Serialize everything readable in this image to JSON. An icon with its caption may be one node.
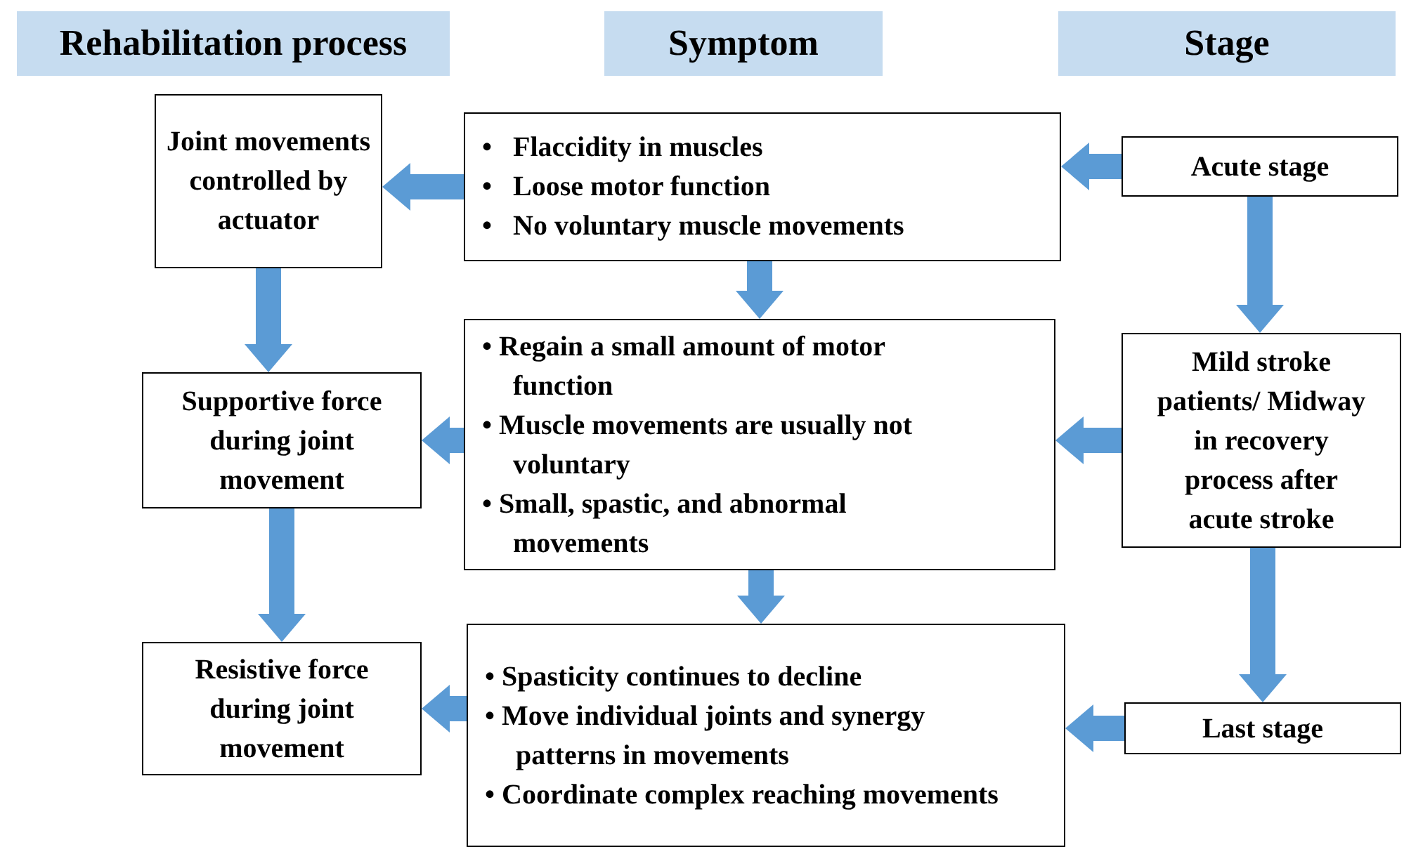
{
  "diagram": {
    "nodes": [
      {
        "text": [
          "Rehabilitation process"
        ]
      },
      {
        "text": [
          "Symptom"
        ]
      },
      {
        "text": [
          "Stage"
        ]
      },
      {
        "text": [
          "Joint movements controlled by actuator"
        ]
      },
      {
        "text": [
          "•\tFlaccidity in muscles",
          "•\tLoose motor function",
          "•\tNo voluntary muscle movements"
        ]
      },
      {
        "text": [
          "Acute stage"
        ]
      },
      {
        "text": [
          "Supportive force during joint movement"
        ]
      },
      {
        "text": [
          "• Regain a small amount of motor function",
          "• Muscle movements are usually not voluntary",
          "• Small, spastic, and abnormal movements"
        ]
      },
      {
        "text": [
          "Mild stroke patients/ Midway in recovery process after acute stroke"
        ]
      },
      {
        "text": [
          "Resistive force during joint movement"
        ]
      },
      {
        "text": [
          "• Spasticity continues to decline",
          "• Move individual joints and synergy patterns in movements",
          "• Coordinate complex reaching movements"
        ]
      },
      {
        "text": [
          "Last stage"
        ]
      }
    ],
    "edges": [
      {
        "from": 5,
        "to": 4,
        "arrow": "to"
      },
      {
        "from": 4,
        "to": 3,
        "arrow": "to"
      },
      {
        "from": 4,
        "to": 7,
        "arrow": "to"
      },
      {
        "from": 3,
        "to": 6,
        "arrow": "to"
      },
      {
        "from": 5,
        "to": 8,
        "arrow": "to"
      },
      {
        "from": 8,
        "to": 7,
        "arrow": "to"
      },
      {
        "from": 7,
        "to": 6,
        "arrow": "to"
      },
      {
        "from": 6,
        "to": 9,
        "arrow": "to"
      },
      {
        "from": 7,
        "to": 10,
        "arrow": "to"
      },
      {
        "from": 8,
        "to": 11,
        "arrow": "to"
      },
      {
        "from": 11,
        "to": 10,
        "arrow": "to"
      },
      {
        "from": 10,
        "to": 9,
        "arrow": "to"
      }
    ]
  }
}
